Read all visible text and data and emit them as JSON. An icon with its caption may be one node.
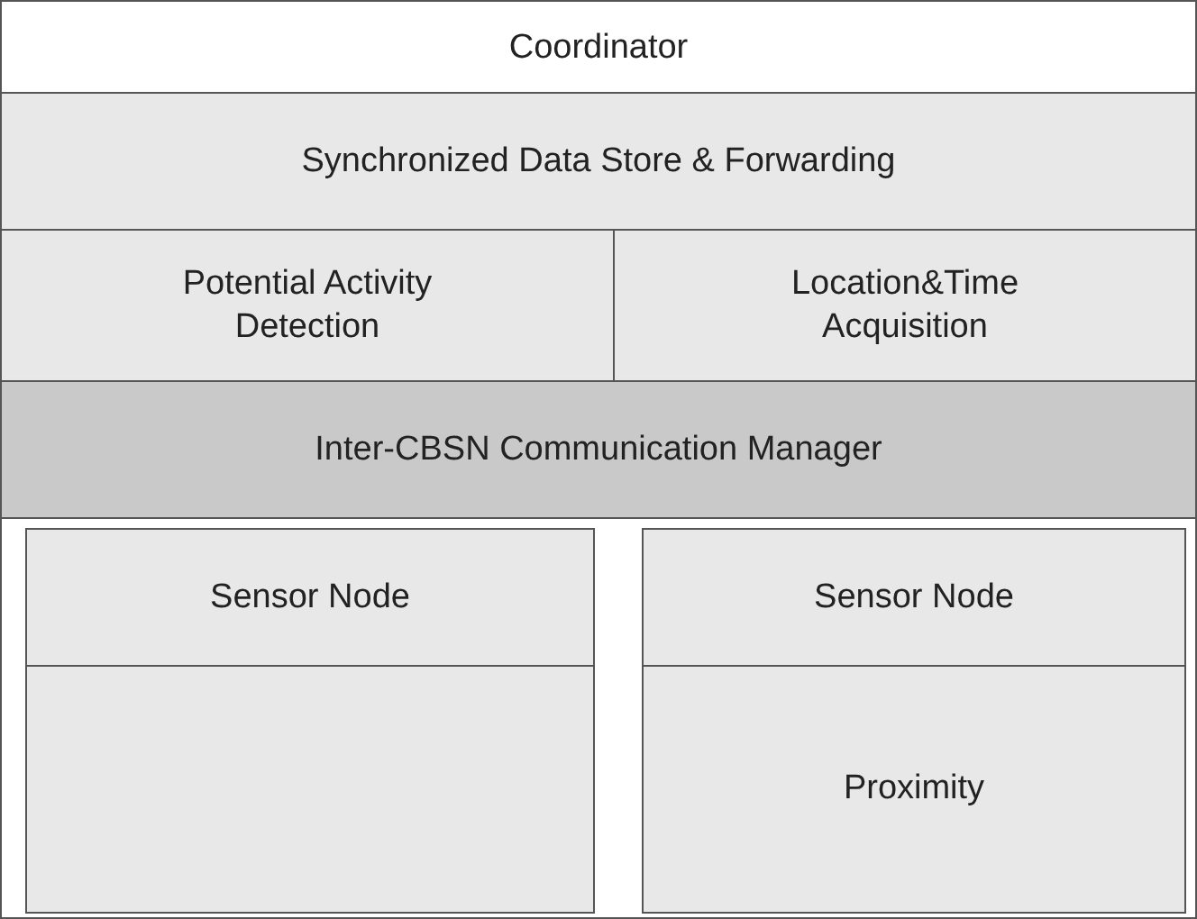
{
  "diagram": {
    "nodes": [
      {
        "text": [
          "Coordinator"
        ]
      },
      {
        "text": [
          "Synchronized Data Store & Forwarding"
        ],
        "in": 0
      },
      {
        "text": [
          "Potential Activity Detection"
        ],
        "in": 0
      },
      {
        "text": [
          "Location&Time Acquisition"
        ],
        "in": 0
      },
      {
        "text": [
          "Inter-CBSN Communication Manager"
        ],
        "in": 0
      },
      {
        "text": [
          "Sensor Node"
        ],
        "in": 0
      },
      {
        "text": [],
        "shape": "box",
        "in": 5
      },
      {
        "text": [
          "Sensor Node"
        ],
        "in": 0
      },
      {
        "text": [
          "Proximity"
        ],
        "in": 7
      }
    ]
  }
}
